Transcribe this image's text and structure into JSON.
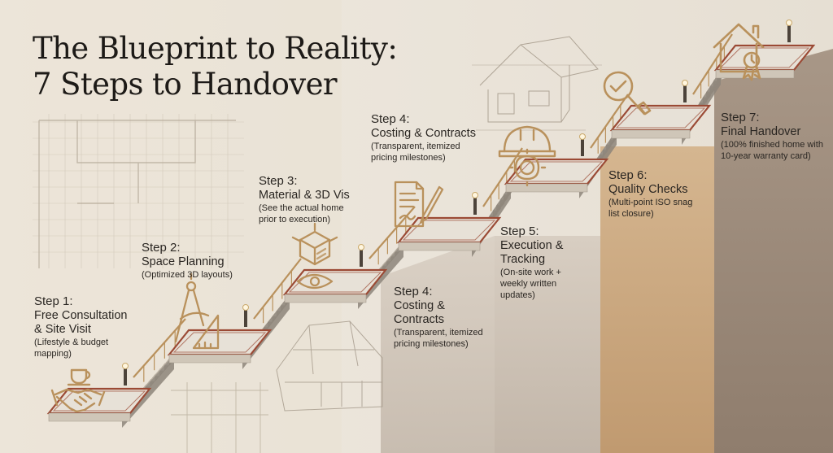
{
  "title": {
    "line1": "The Blueprint to Reality:",
    "line2": "7 Steps to Handover"
  },
  "steps": [
    {
      "number": "Step 1:",
      "name_line1": "Free Consultation",
      "name_line2": "& Site Visit",
      "desc_line1": "(Lifestyle & budget",
      "desc_line2": "mapping)",
      "icon": "handshake-coffee-icon"
    },
    {
      "number": "Step 2:",
      "name_line1": "Space Planning",
      "desc_line1": "(Optimized 3D layouts)",
      "icon": "compass-ruler-icon"
    },
    {
      "number": "Step 3:",
      "name_line1": "Material & 3D Vis",
      "desc_line1": "(See the actual home",
      "desc_line2": "prior to execution)",
      "icon": "cube-eye-icon"
    },
    {
      "number": "Step 4:",
      "name_line1": "Costing & Contracts",
      "desc_line1": "(Transparent, itemized",
      "desc_line2": "pricing milestones)",
      "icon": "contract-pen-icon"
    },
    {
      "number": "Step 4:",
      "name_line1": "Costing &",
      "name_line2": "Contracts",
      "desc_line1": "(Transparent, itemized",
      "desc_line2": "pricing milestones)"
    },
    {
      "number": "Step 5:",
      "name_line1": "Execution &",
      "name_line2": "Tracking",
      "desc_line1": "(On-site work +",
      "desc_line2": "weekly written",
      "desc_line3": "updates)",
      "icon": "hardhat-gear-icon"
    },
    {
      "number": "Step 6:",
      "name_line1": "Quality Checks",
      "desc_line1": "(Multi-point ISO snag",
      "desc_line2": "list closure)",
      "icon": "magnifier-check-icon"
    },
    {
      "number": "Step 7:",
      "name_line1": "Final Handover",
      "desc_line1": "(100% finished home with",
      "desc_line2": "10-year warranty card)",
      "icon": "house-badge-icon"
    }
  ],
  "colors": {
    "ink": "#2a2622",
    "accent_gold": "#b9915c",
    "landing_border": "#9b4a35",
    "stair_light": "#e4ddd2",
    "stair_dark": "#8d857a",
    "panel_step5": "#c7bcb0",
    "panel_step6": "#c9a77e",
    "panel_step7": "#9e8d7e"
  }
}
